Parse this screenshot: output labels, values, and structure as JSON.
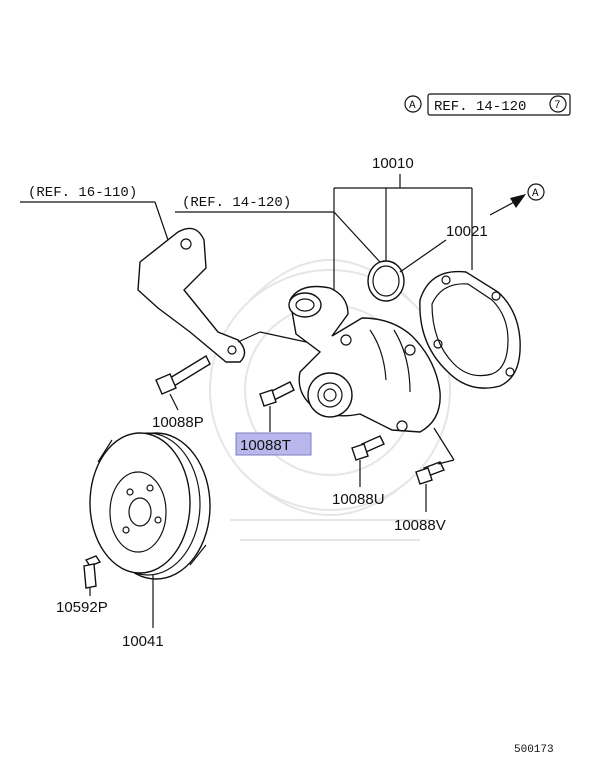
{
  "header_ref": {
    "marker": "A",
    "text": "REF. 14-120",
    "circled_num": "7"
  },
  "refs": [
    {
      "id": "ref-16-110",
      "text": "(REF. 16-110)"
    },
    {
      "id": "ref-14-120",
      "text": "(REF. 14-120)"
    }
  ],
  "connector_marker": "A",
  "callouts": [
    {
      "id": "10010",
      "text": "10010",
      "highlighted": false
    },
    {
      "id": "10021",
      "text": "10021",
      "highlighted": false
    },
    {
      "id": "10088P",
      "text": "10088P",
      "highlighted": false
    },
    {
      "id": "10088T",
      "text": "10088T",
      "highlighted": true
    },
    {
      "id": "10088U",
      "text": "10088U",
      "highlighted": false
    },
    {
      "id": "10088V",
      "text": "10088V",
      "highlighted": false
    },
    {
      "id": "10592P",
      "text": "10592P",
      "highlighted": false
    },
    {
      "id": "10041",
      "text": "10041",
      "highlighted": false
    }
  ],
  "diagram_number": "500173",
  "colors": {
    "highlight": "#b8b8ec",
    "ink": "#111111"
  }
}
